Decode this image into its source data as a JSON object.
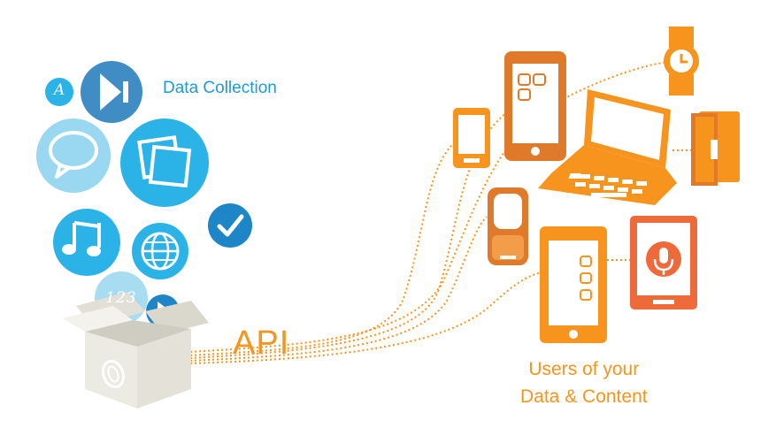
{
  "labels": {
    "data_collection": "Data Collection",
    "api": "API",
    "users_line1": "Users of your",
    "users_line2": "Data & Content",
    "bubble_a": "A",
    "bubble_123": "123"
  },
  "colors": {
    "blue_text": "#1e9ad6",
    "orange": "#f7941d",
    "dark_orange": "#e07a2b",
    "red_orange": "#ee6a3a",
    "light_blue": "#2bb3e8",
    "pale_blue": "#9ad8f2",
    "steel_blue": "#3f8dc4",
    "box": "#ecebe3"
  },
  "icons": {
    "data_sources": [
      "letter-icon",
      "media-forward-icon",
      "chat-bubble-icon",
      "photos-icon",
      "music-note-icon",
      "globe-icon",
      "checkmark-icon",
      "numbers-icon",
      "play-icon"
    ],
    "devices": [
      "small-phone-icon",
      "smartphone-icon",
      "watch-icon",
      "laptop-icon",
      "book-icon",
      "feature-phone-icon",
      "tablet-icon",
      "voice-tablet-icon"
    ],
    "source": "box-icon"
  }
}
